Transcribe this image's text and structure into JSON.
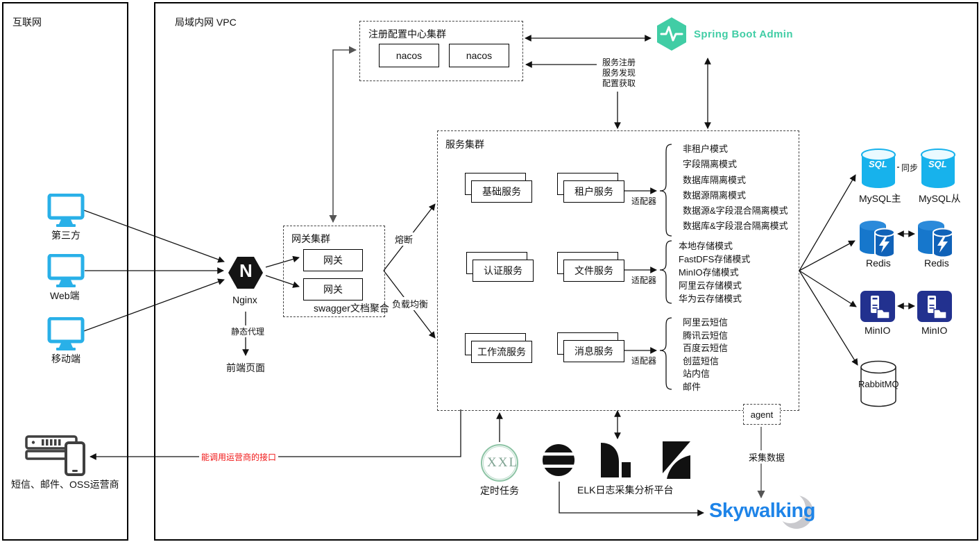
{
  "panels": {
    "internet_label": "互联网",
    "vpc_label": "局域内网 VPC"
  },
  "clients": {
    "third_party": "第三方",
    "web": "Web端",
    "mobile": "移动端",
    "monitor_color": "#29b0e8"
  },
  "operator": {
    "label": "短信、邮件、OSS运营商",
    "link_label": "能调用运营商的接口",
    "link_color": "#f01414"
  },
  "nginx": {
    "label": "Nginx",
    "logo_letter": "N",
    "static_proxy_label": "静态代理",
    "frontend_label": "前端页面"
  },
  "gateway_cluster": {
    "title": "网关集群",
    "gateway1": "网关",
    "gateway2": "网关",
    "swagger_label": "swagger文档聚合",
    "circuit_break_label": "熔断",
    "load_balance_label": "负载均衡"
  },
  "registry_cluster": {
    "title": "注册配置中心集群",
    "nacos1": "nacos",
    "nacos2": "nacos",
    "op1": "服务注册",
    "op2": "服务发现",
    "op3": "配置获取"
  },
  "spring_boot_admin": {
    "label": "Spring Boot Admin",
    "color": "#41cda5"
  },
  "service_cluster": {
    "title": "服务集群",
    "basic": "基础服务",
    "tenant": "租户服务",
    "auth": "认证服务",
    "file": "文件服务",
    "workflow": "工作流服务",
    "message": "消息服务",
    "adapter_label": "适配器",
    "tenant_modes": [
      "非租户模式",
      "字段隔离模式",
      "数据库隔离模式",
      "数据源隔离模式",
      "数据源&字段混合隔离模式",
      "数据库&字段混合隔离模式"
    ],
    "file_modes": [
      "本地存储模式",
      "FastDFS存储模式",
      "MinIO存储模式",
      "阿里云存储模式",
      "华为云存储模式"
    ],
    "message_modes": [
      "阿里云短信",
      "腾讯云短信",
      "百度云短信",
      "创蓝短信",
      "站内信",
      "邮件"
    ],
    "agent_label": "agent"
  },
  "storage": {
    "mysql_master": "MySQL主",
    "mysql_slave": "MySQL从",
    "sync_label": "同步",
    "sql_logo": "SQL",
    "mysql_color": "#17b2ec",
    "redis_left": "Redis",
    "redis_right": "Redis",
    "redis_color": "#1677cc",
    "minio_left": "MinIO",
    "minio_right": "MinIO",
    "minio_color": "#22318f",
    "rabbitmq": "RabbitMQ"
  },
  "observability": {
    "xxl_logo": "XXL",
    "xxl_label": "定时任务",
    "xxl_color": "#8cc3a4",
    "elk_label": "ELK日志采集分析平台",
    "collect_label": "采集数据",
    "skywalking": "Skywalking",
    "skywalking_color": "#1e84e8"
  }
}
